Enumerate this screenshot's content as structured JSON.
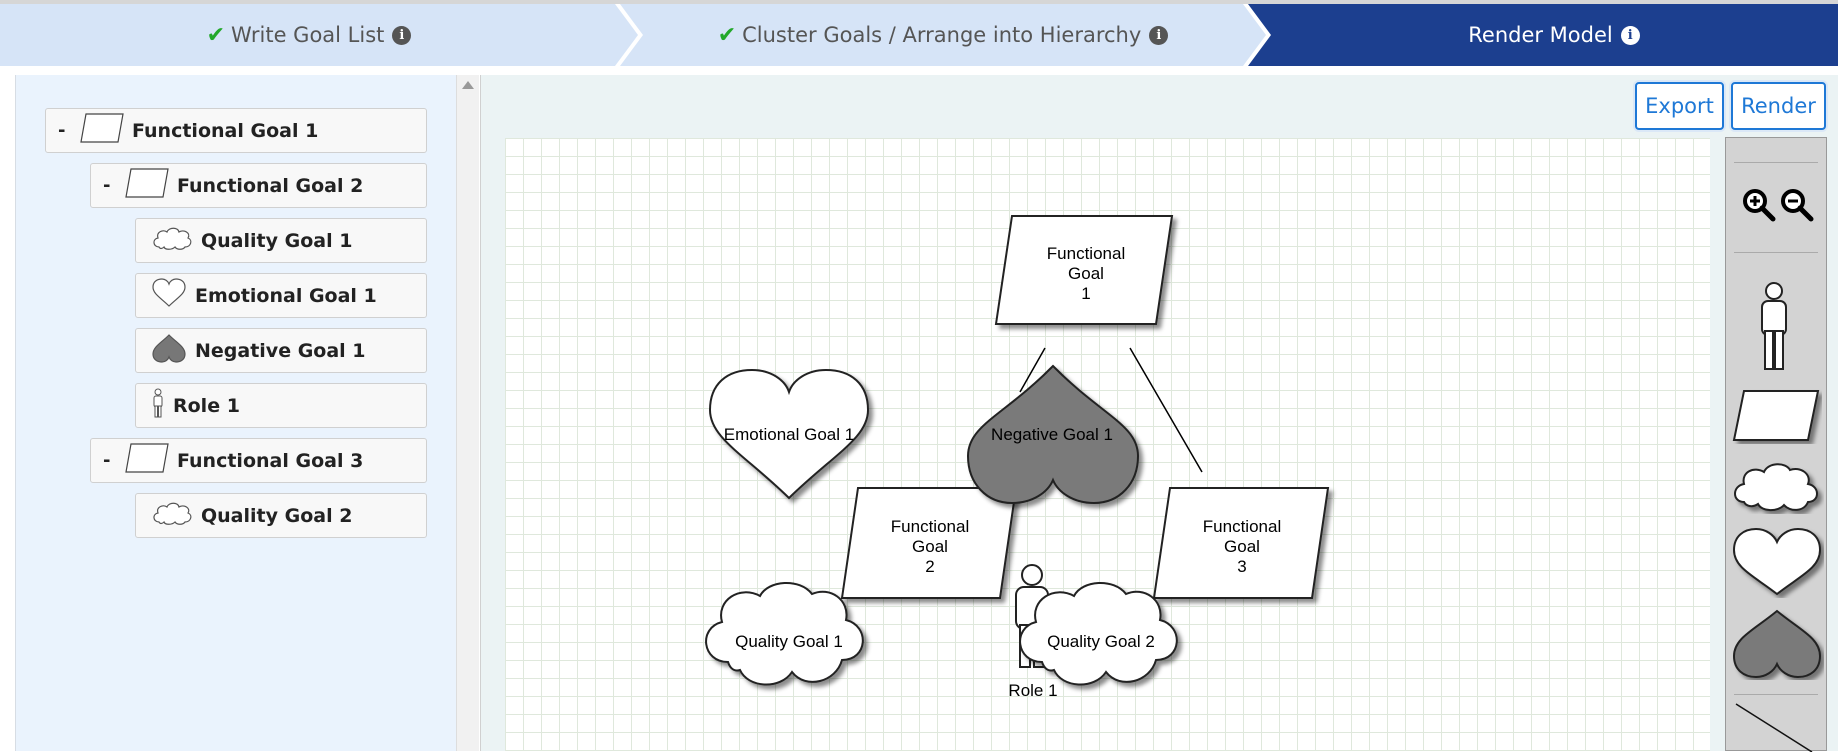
{
  "steps": [
    {
      "label": "Write Goal List",
      "done": true,
      "active": false
    },
    {
      "label": "Cluster Goals / Arrange into Hierarchy",
      "done": true,
      "active": false
    },
    {
      "label": "Render Model",
      "done": false,
      "active": true
    }
  ],
  "tree": [
    {
      "label": "Functional Goal 1",
      "icon": "parallelogram-icon",
      "level": 0,
      "collapsible": true
    },
    {
      "label": "Functional Goal 2",
      "icon": "parallelogram-icon",
      "level": 1,
      "collapsible": true
    },
    {
      "label": "Quality Goal 1",
      "icon": "cloud-icon",
      "level": 2,
      "collapsible": false
    },
    {
      "label": "Emotional Goal 1",
      "icon": "heart-icon",
      "level": 2,
      "collapsible": false
    },
    {
      "label": "Negative Goal 1",
      "icon": "dark-heart-icon",
      "level": 2,
      "collapsible": false
    },
    {
      "label": "Role 1",
      "icon": "person-icon",
      "level": 2,
      "collapsible": false
    },
    {
      "label": "Functional Goal 3",
      "icon": "parallelogram-icon",
      "level": 1,
      "collapsible": true
    },
    {
      "label": "Quality Goal 2",
      "icon": "cloud-icon",
      "level": 2,
      "collapsible": false
    }
  ],
  "toolbar": {
    "export_label": "Export",
    "render_label": "Render"
  },
  "collapse_symbol": "-",
  "diagram": {
    "fg1": [
      "Functional",
      "Goal",
      "1"
    ],
    "fg2": [
      "Functional",
      "Goal",
      "2"
    ],
    "fg3": [
      "Functional",
      "Goal",
      "3"
    ],
    "emotional": "Emotional Goal 1",
    "negative": "Negative Goal 1",
    "quality1": "Quality Goal 1",
    "quality2": "Quality Goal 2",
    "role": "Role 1"
  },
  "palette": [
    "zoom-in-icon",
    "zoom-out-icon",
    "person-icon",
    "parallelogram-icon",
    "cloud-icon",
    "heart-icon",
    "dark-heart-icon",
    "line-icon"
  ],
  "colors": {
    "active_step": "#1c3f8f",
    "inactive_step": "#d6e4f7",
    "accent": "#1e78d6",
    "negative_fill": "#7a7a7a",
    "check": "#22a82a"
  }
}
